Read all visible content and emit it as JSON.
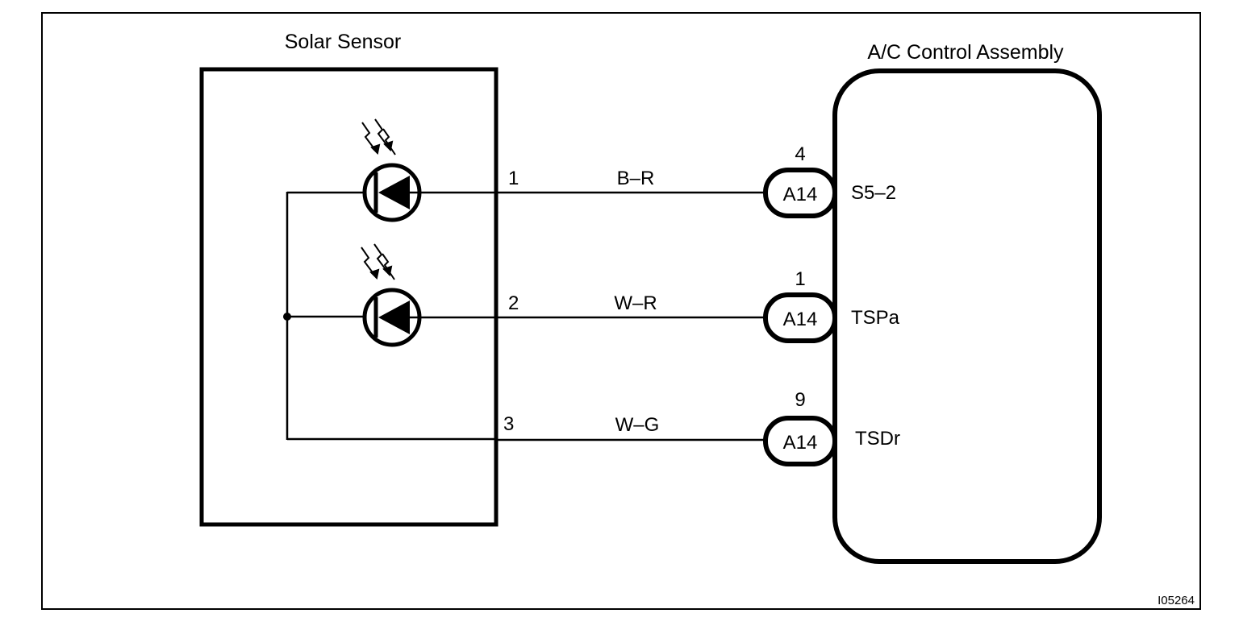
{
  "sensor": {
    "title": "Solar Sensor"
  },
  "assembly": {
    "title": "A/C Control Assembly"
  },
  "circuits": [
    {
      "sensor_pin": "1",
      "wire_color": "B–R",
      "connector": "A14",
      "connector_pin": "4",
      "terminal": "S5–2"
    },
    {
      "sensor_pin": "2",
      "wire_color": "W–R",
      "connector": "A14",
      "connector_pin": "1",
      "terminal": "TSPa"
    },
    {
      "sensor_pin": "3",
      "wire_color": "W–G",
      "connector": "A14",
      "connector_pin": "9",
      "terminal": "TSDr"
    }
  ],
  "figure_id": "I05264"
}
